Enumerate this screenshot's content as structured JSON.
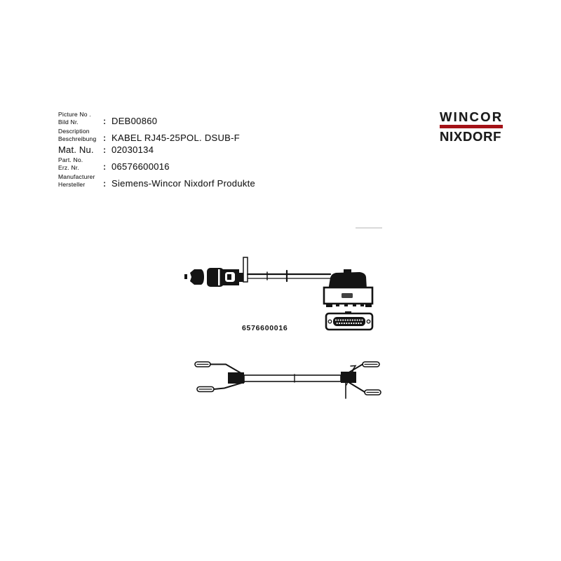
{
  "page": {
    "background": "#ffffff",
    "ink": "#1a1a1a"
  },
  "meta": {
    "colon": ":",
    "rows": [
      {
        "label_en": "Picture No .",
        "label_de": "Bild Nr.",
        "value": "DEB00860"
      },
      {
        "label_en": "Description",
        "label_de": "Beschreibung",
        "value": "KABEL RJ45-25POL. DSUB-F"
      },
      {
        "label": "Mat. Nu.",
        "value": "02030134"
      },
      {
        "label_en": "Part. No.",
        "label_de": "Erz. Nr.",
        "value": "06576600016"
      },
      {
        "label_en": "Manufacturer",
        "label_de": "Hersteller",
        "value": "Siemens-Wincor Nixdorf Produkte"
      }
    ]
  },
  "logo": {
    "line1": "WINCOR",
    "line2": "NIXDORF",
    "bar_color": "#a41217"
  },
  "drawing": {
    "part_label": "6576600016"
  }
}
